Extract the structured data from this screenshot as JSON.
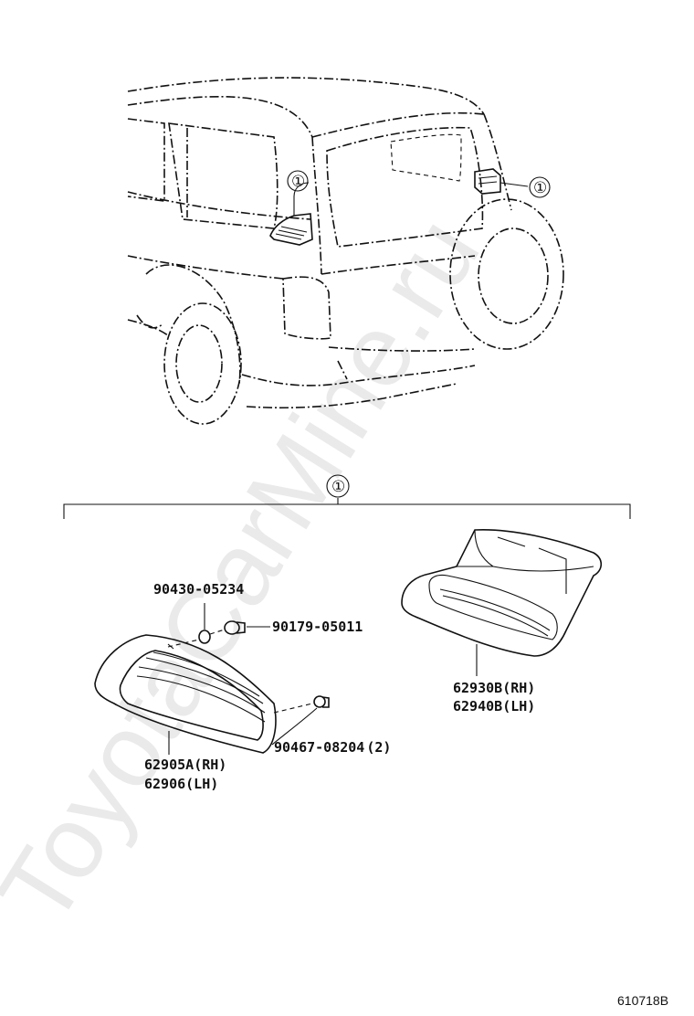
{
  "callouts": {
    "ref_symbol": "①"
  },
  "parts": [
    {
      "id": "screw",
      "number": "90430-05234"
    },
    {
      "id": "clip_top",
      "number": "90179-05011"
    },
    {
      "id": "clip_side",
      "number": "90467-08204",
      "qty": "(2)"
    },
    {
      "id": "outer_louver_rh",
      "number": "62905A",
      "side": "(RH)"
    },
    {
      "id": "outer_louver_lh",
      "number": "62906",
      "side": "(LH)"
    },
    {
      "id": "duct_rh",
      "number": "62930B",
      "side": "(RH)"
    },
    {
      "id": "duct_lh",
      "number": "62940B",
      "side": "(LH)"
    }
  ],
  "figure_code": "610718B",
  "watermark": "ToyotaCarMine.ru"
}
